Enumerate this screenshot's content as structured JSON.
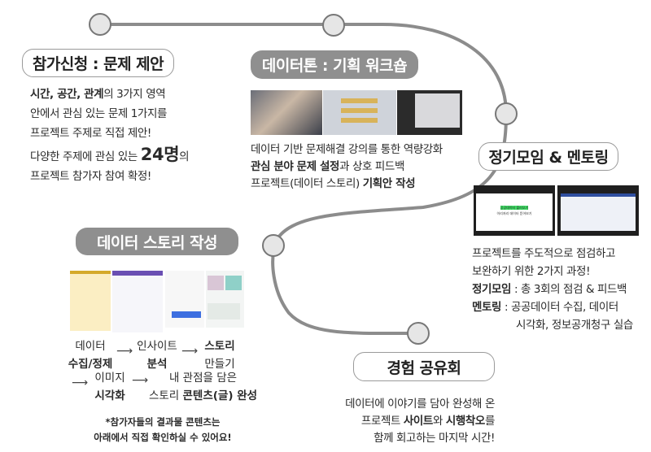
{
  "steps": {
    "apply": {
      "title": "참가신청 : 문제 제안",
      "line1_bold": "시간, 공간, 관계",
      "line1_rest": "의 3가지 영역",
      "line2": "안에서 관심 있는 문제 1가지를",
      "line3": "프로젝트 주제로 직접 제안!",
      "line4_pre": "다양한 주제에 관심 있는 ",
      "line4_big": "24명",
      "line4_post": "의",
      "line5": "프로젝트 참가자 참여 확정!"
    },
    "datathon": {
      "title": "데이터톤 : 기획 워크숍",
      "line1": "데이터 기반 문제해결 강의를 통한 역량강화",
      "line2_bold": "관심 분야 문제 설정",
      "line2_rest": "과 상호 피드백",
      "line3_pre": "프로젝트(데이터 스토리) ",
      "line3_bold": "기획안 작성"
    },
    "meeting": {
      "title": "정기모임 & 멘토링",
      "screen_text1": "공공데이터 불러오기",
      "screen_text2": "이리저리 데이터 뜯어보기",
      "line1": "프로젝트를 주도적으로 점검하고",
      "line2": "보완하기 위한 2가지 과정!",
      "line3_bold": "정기모임",
      "line3_rest": " : 총 3회의 점검 & 피드백",
      "line4_bold": "멘토링",
      "line4_rest": " : 공공데이터 수집, 데이터",
      "line5": "시각화, 정보공개청구 실습"
    },
    "story": {
      "title": "데이터 스토리 작성",
      "flow": [
        {
          "top": "데이터",
          "bottom": "수집/정제",
          "bold": "bottom"
        },
        {
          "top": "인사이트",
          "bottom": "분석",
          "bold": "bottom"
        },
        {
          "top": "스토리",
          "bottom": "만들기",
          "bold": "top"
        },
        {
          "top": "이미지",
          "bottom": "시각화",
          "bold": "bottom"
        }
      ],
      "final_top": "내 관점을 담은",
      "final_pre": "스토리 ",
      "final_bold": "콘텐츠(글) 완성",
      "arrow": "⟶",
      "note1": "*참가자들의 결과물 콘텐츠는",
      "note2": "아래에서 직접 확인하실 수 있어요!"
    },
    "share": {
      "title": "경험 공유회",
      "line1": "데이터에 이야기를 담아 완성해 온",
      "line2_pre": "프로젝트 ",
      "line2_b1": "사이트",
      "line2_mid": "와 ",
      "line2_b2": "시행착오",
      "line2_post": "를",
      "line3": "함께 회고하는 마지막 시간!"
    }
  },
  "colors": {
    "path": "#8c8c8c",
    "node_fill": "#e6e6e6",
    "pill_fill": "#8f8f8f",
    "highlight": "#3ddc63"
  }
}
